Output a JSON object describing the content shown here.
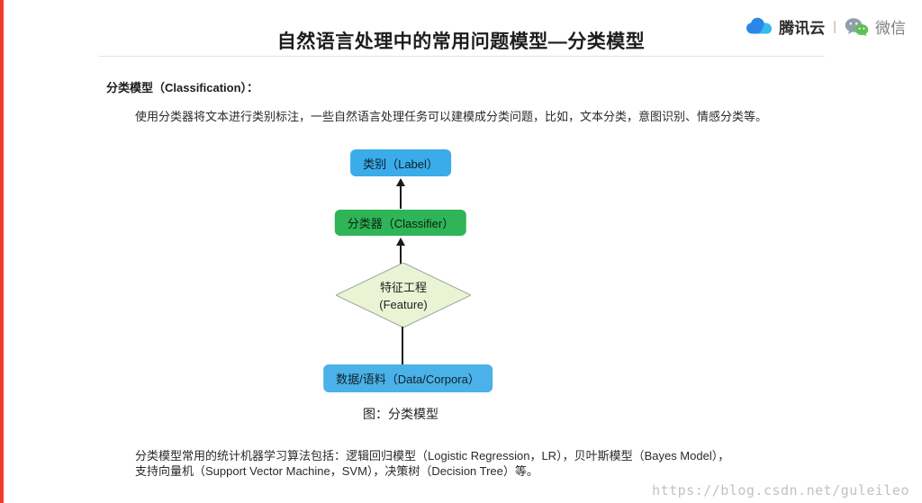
{
  "page": {
    "title": "自然语言处理中的常用问题模型—分类模型",
    "watermark": "https://blog.csdn.net/guleileo"
  },
  "brand": {
    "tencent_cloud": "腾讯云",
    "separator": "|",
    "wechat": "微信"
  },
  "content": {
    "heading": "分类模型（Classification）：",
    "intro": "使用分类器将文本进行类别标注，一些自然语言处理任务可以建模成分类问题，比如，文本分类，意图识别、情感分类等。",
    "caption": "图：分类模型",
    "algorithms": "分类模型常用的统计机器学习算法包括：逻辑回归模型（Logistic Regression，LR），贝叶斯模型（Bayes Model），支持向量机（Support Vector Machine，SVM），决策树（Decision Tree）等。"
  },
  "diagram": {
    "label_node": "类别（Label）",
    "classifier_node": "分类器（Classifier）",
    "feature_node_line1": "特征工程",
    "feature_node_line2": "(Feature)",
    "data_node": "数据/语料（Data/Corpora）",
    "colors": {
      "label_fill": "#3AACEA",
      "classifier_fill": "#2FB457",
      "feature_fill": "#EAF3D4",
      "feature_stroke": "#9aa89b",
      "data_fill": "#4AB2E8",
      "accent_red": "#f03b30"
    }
  }
}
